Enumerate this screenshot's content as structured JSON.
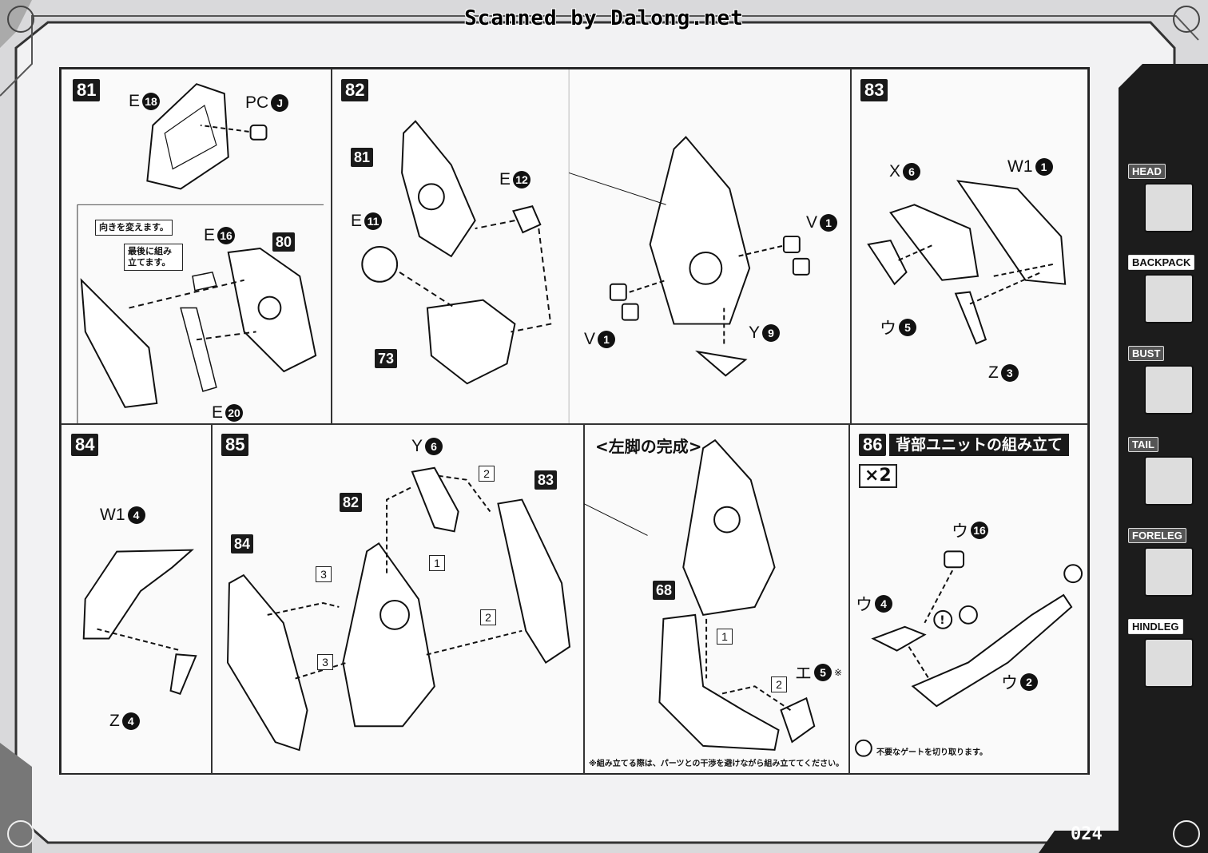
{
  "scan_credit": "Scanned by Dalong.net",
  "page_number": "024",
  "side_tabs": [
    {
      "label": "HEAD",
      "active": false
    },
    {
      "label": "BACKPACK",
      "active": true
    },
    {
      "label": "BUST",
      "active": false
    },
    {
      "label": "TAIL",
      "active": false
    },
    {
      "label": "FORELEG",
      "active": false
    },
    {
      "label": "HINDLEG",
      "active": false
    }
  ],
  "steps": {
    "s81": {
      "number": "81",
      "parts": [
        {
          "letter": "E",
          "num": "18"
        },
        {
          "letter": "PC",
          "num": "J"
        },
        {
          "letter": "E",
          "num": "16"
        },
        {
          "letter": "E",
          "num": "20"
        }
      ],
      "ref": "80",
      "callout_turn": "向きを変えます。",
      "callout_last": "最後に組み立てます。"
    },
    "s82": {
      "number": "82",
      "refs": [
        "81",
        "73"
      ],
      "parts": [
        {
          "letter": "E",
          "num": "12"
        },
        {
          "letter": "E",
          "num": "11"
        },
        {
          "letter": "V",
          "num": "1"
        },
        {
          "letter": "V",
          "num": "1"
        },
        {
          "letter": "Y",
          "num": "9"
        }
      ]
    },
    "s83": {
      "number": "83",
      "parts": [
        {
          "letter": "X",
          "num": "6"
        },
        {
          "letter": "W1",
          "num": "1"
        },
        {
          "letter": "ウ",
          "num": "5"
        },
        {
          "letter": "Z",
          "num": "3"
        }
      ]
    },
    "s84": {
      "number": "84",
      "parts": [
        {
          "letter": "W1",
          "num": "4"
        },
        {
          "letter": "Z",
          "num": "4"
        }
      ]
    },
    "s85": {
      "number": "85",
      "parts": [
        {
          "letter": "Y",
          "num": "6"
        }
      ],
      "refs": [
        "82",
        "83",
        "84"
      ],
      "order": [
        "1",
        "2",
        "2",
        "3",
        "3"
      ]
    },
    "left_leg": {
      "subtitle": "<左脚の完成>",
      "ref": "68",
      "parts": [
        {
          "letter": "エ",
          "num": "5",
          "mark": "※"
        }
      ],
      "order": [
        "1",
        "2"
      ],
      "note": "※組み立てる際は、パーツとの干渉を避けながら組み立ててください。"
    },
    "s86": {
      "number": "86",
      "title": "背部ユニットの組み立て",
      "qty": "×2",
      "parts": [
        {
          "letter": "ウ",
          "num": "16"
        },
        {
          "letter": "ウ",
          "num": "4"
        },
        {
          "letter": "ウ",
          "num": "2"
        }
      ],
      "note": "不要なゲートを切り取ります。"
    }
  }
}
